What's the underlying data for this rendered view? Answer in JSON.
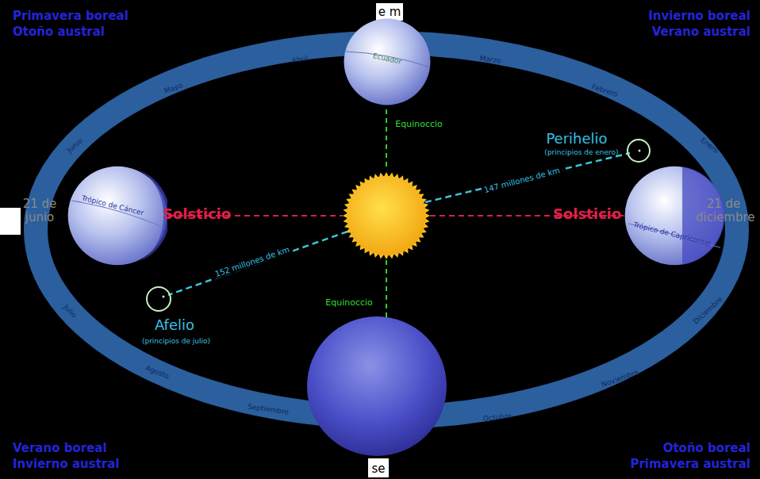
{
  "diagram": {
    "nodes": [
      {
        "text": [
          "Ecuador"
        ]
      },
      {
        "text": [
          "Trópico de Cáncer"
        ]
      },
      {
        "text": [
          "Trópico de Capricornio"
        ]
      }
    ],
    "labels": [
      "Primavera boreal",
      "Otoño austral",
      "Invierno boreal",
      "Verano austral",
      "Verano boreal",
      "Invierno austral",
      "Otoño boreal",
      "Primavera austral",
      "e m",
      "se",
      "21 de junio",
      "21 de diciembre",
      "Abril",
      "Marzo",
      "Febrero",
      "Enero",
      "Mayo",
      "Junio",
      "Julio",
      "Agosto",
      "Septiembre",
      "Octubre",
      "Noviembre",
      "Diciembre",
      "Equinoccio",
      "Equinoccio",
      "Solsticio",
      "Solsticio",
      "Perihelio",
      "(principios de enero)",
      "147 millones de km",
      "Afelio",
      "(principios de julio)",
      "152 millones de km"
    ]
  }
}
